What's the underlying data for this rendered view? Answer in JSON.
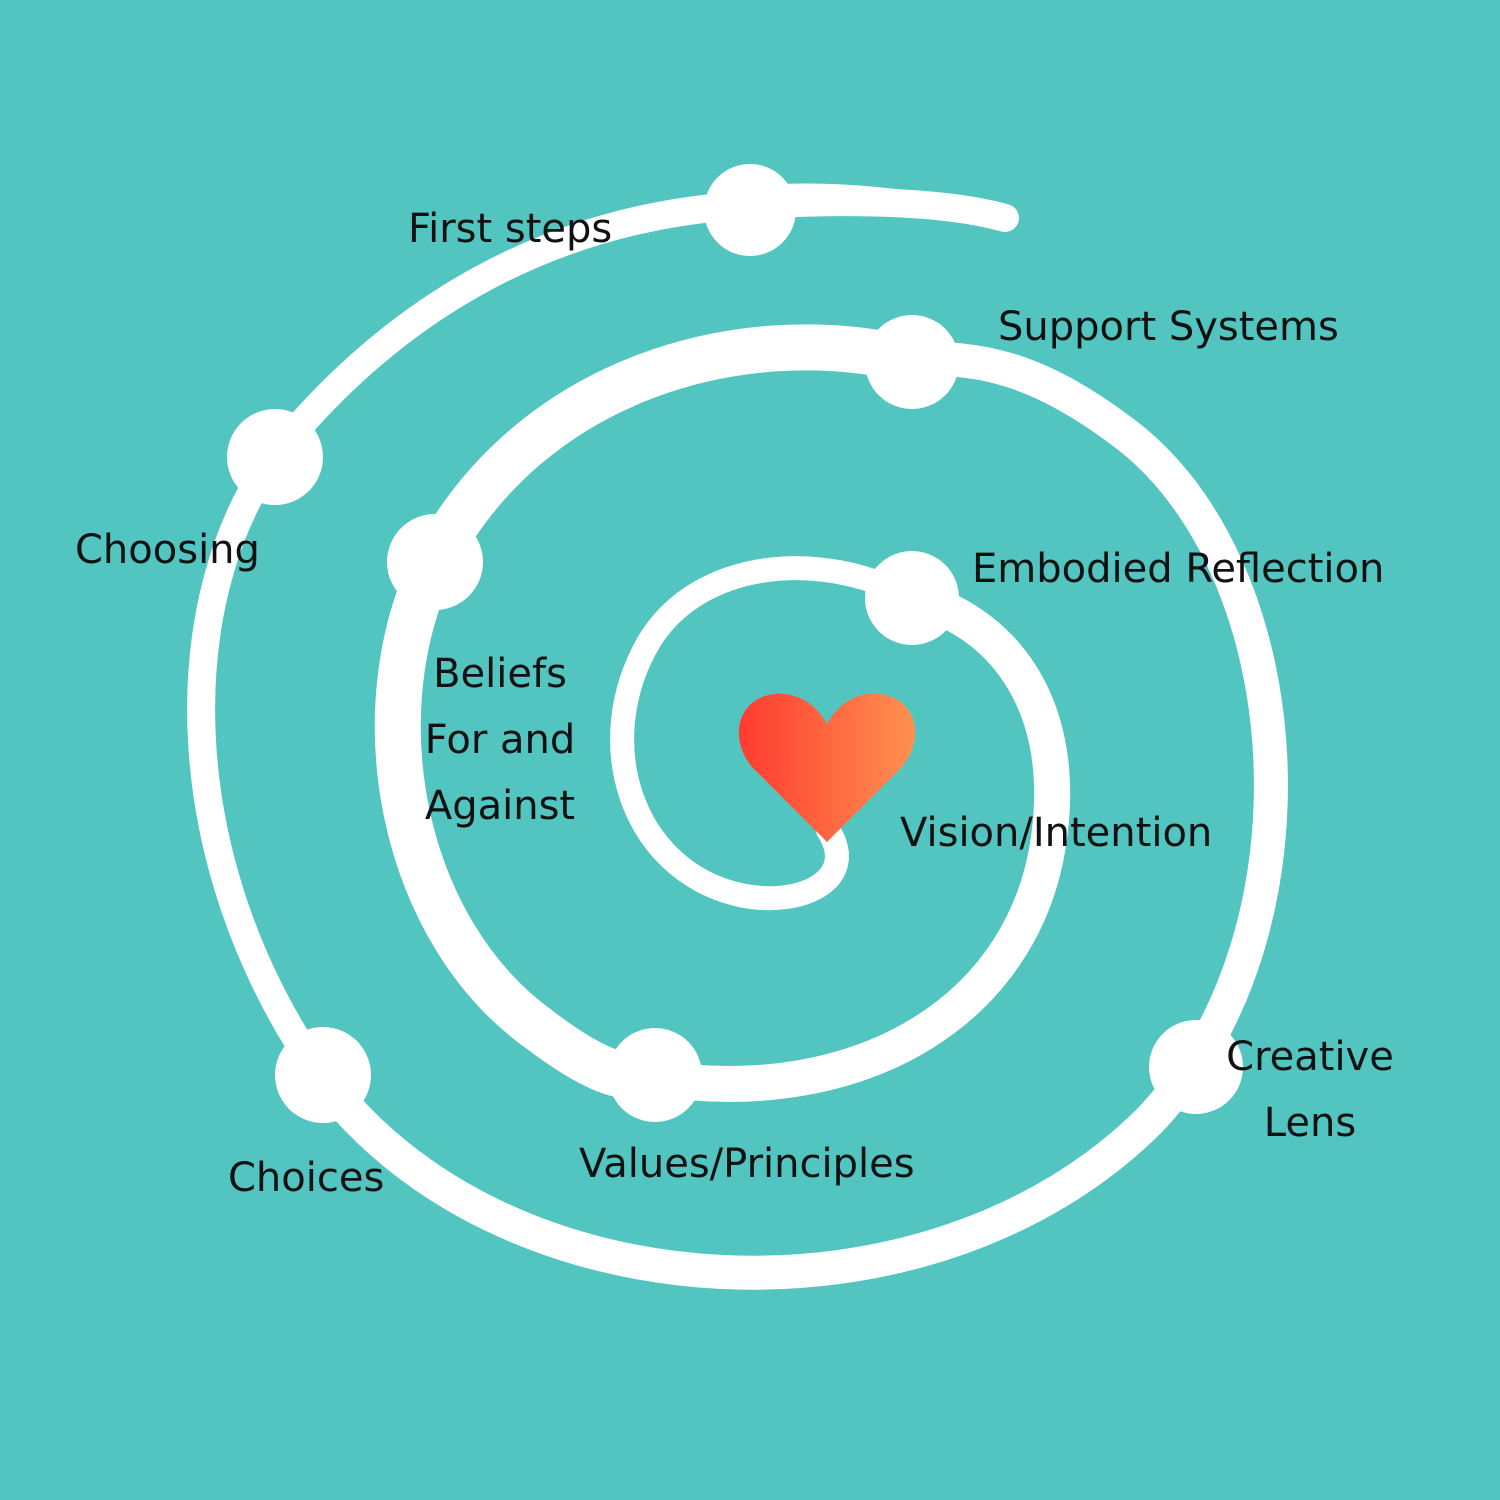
{
  "colors": {
    "background": "#52C5C1",
    "spiral": "#FFFFFF",
    "text": "#111111",
    "heart_start": "#FF3B30",
    "heart_end": "#FF9150"
  },
  "center_icon": "heart-icon",
  "labels": {
    "first_steps": "First steps",
    "support_systems": "Support Systems",
    "choosing": "Choosing",
    "embodied_reflection": "Embodied Reflection",
    "beliefs_line1": "Beliefs",
    "beliefs_line2": "For and",
    "beliefs_line3": "Against",
    "vision_intention": "Vision/Intention",
    "creative_line1": "Creative",
    "creative_line2": "Lens",
    "values_principles": "Values/Principles",
    "choices": "Choices"
  }
}
